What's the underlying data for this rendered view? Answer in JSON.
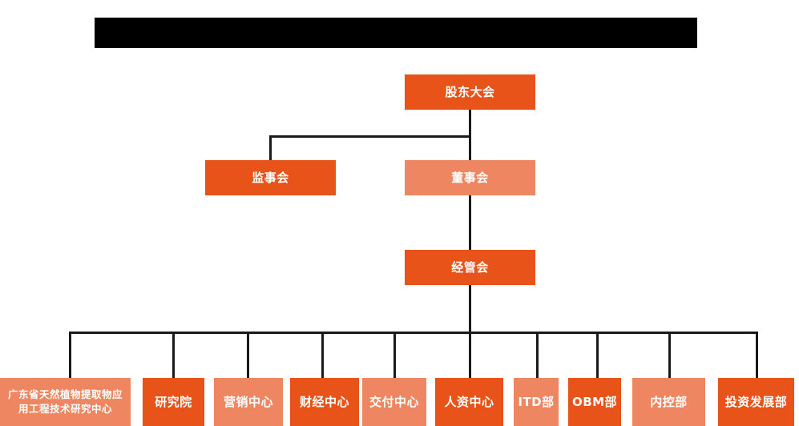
{
  "header": {
    "redacted_title": "",
    "redacted": true
  },
  "chart_data": {
    "type": "diagram",
    "diagram_kind": "organizational-chart",
    "title": "",
    "colors": {
      "dark_orange": "#E8531A",
      "light_orange": "#EE8761",
      "connector": "#1a1a1a",
      "text": "#FFFFFF",
      "background": "#FFFFFF",
      "redaction": "#000000"
    },
    "levels": [
      {
        "level": 1,
        "nodes": [
          {
            "id": "shareholders",
            "label": "股东大会",
            "color": "dark_orange"
          }
        ]
      },
      {
        "level": 2,
        "nodes": [
          {
            "id": "supervisory",
            "label": "监事会",
            "color": "dark_orange"
          },
          {
            "id": "board",
            "label": "董事会",
            "color": "light_orange"
          }
        ]
      },
      {
        "level": 3,
        "nodes": [
          {
            "id": "management",
            "label": "经管会",
            "color": "dark_orange"
          }
        ]
      },
      {
        "level": 4,
        "nodes": [
          {
            "id": "rnd-center",
            "label": "广东省天然植物提取物应用工程技术研究中心",
            "color": "light_orange"
          },
          {
            "id": "research-institute",
            "label": "研究院",
            "color": "dark_orange"
          },
          {
            "id": "marketing-center",
            "label": "营销中心",
            "color": "light_orange"
          },
          {
            "id": "finance-center",
            "label": "财经中心",
            "color": "dark_orange"
          },
          {
            "id": "delivery-center",
            "label": "交付中心",
            "color": "light_orange"
          },
          {
            "id": "hr-center",
            "label": "人资中心",
            "color": "dark_orange"
          },
          {
            "id": "itd-dept",
            "label": "ITD部",
            "color": "light_orange"
          },
          {
            "id": "obm-dept",
            "label": "OBM部",
            "color": "dark_orange"
          },
          {
            "id": "internal-control-dept",
            "label": "内控部",
            "color": "light_orange"
          },
          {
            "id": "investment-development-dept",
            "label": "投资发展部",
            "color": "dark_orange"
          }
        ]
      }
    ],
    "edges": [
      {
        "from": "shareholders",
        "to": "supervisory"
      },
      {
        "from": "shareholders",
        "to": "board"
      },
      {
        "from": "board",
        "to": "management"
      },
      {
        "from": "management",
        "to": "rnd-center"
      },
      {
        "from": "management",
        "to": "research-institute"
      },
      {
        "from": "management",
        "to": "marketing-center"
      },
      {
        "from": "management",
        "to": "finance-center"
      },
      {
        "from": "management",
        "to": "delivery-center"
      },
      {
        "from": "management",
        "to": "hr-center"
      },
      {
        "from": "management",
        "to": "itd-dept"
      },
      {
        "from": "management",
        "to": "obm-dept"
      },
      {
        "from": "management",
        "to": "internal-control-dept"
      },
      {
        "from": "management",
        "to": "investment-development-dept"
      }
    ]
  },
  "nodes": {
    "shareholders": {
      "label": "股东大会"
    },
    "supervisory": {
      "label": "监事会"
    },
    "board": {
      "label": "董事会"
    },
    "management": {
      "label": "经管会"
    },
    "rnd_center": {
      "label": "广东省天然植物提取物应用工程技术研究中心"
    },
    "research_institute": {
      "label": "研究院"
    },
    "marketing_center": {
      "label": "营销中心"
    },
    "finance_center": {
      "label": "财经中心"
    },
    "delivery_center": {
      "label": "交付中心"
    },
    "hr_center": {
      "label": "人资中心"
    },
    "itd_dept": {
      "label": "ITD部"
    },
    "obm_dept": {
      "label": "OBM部"
    },
    "internal_control_dept": {
      "label": "内控部"
    },
    "investment_development_dept": {
      "label": "投资发展部"
    }
  }
}
